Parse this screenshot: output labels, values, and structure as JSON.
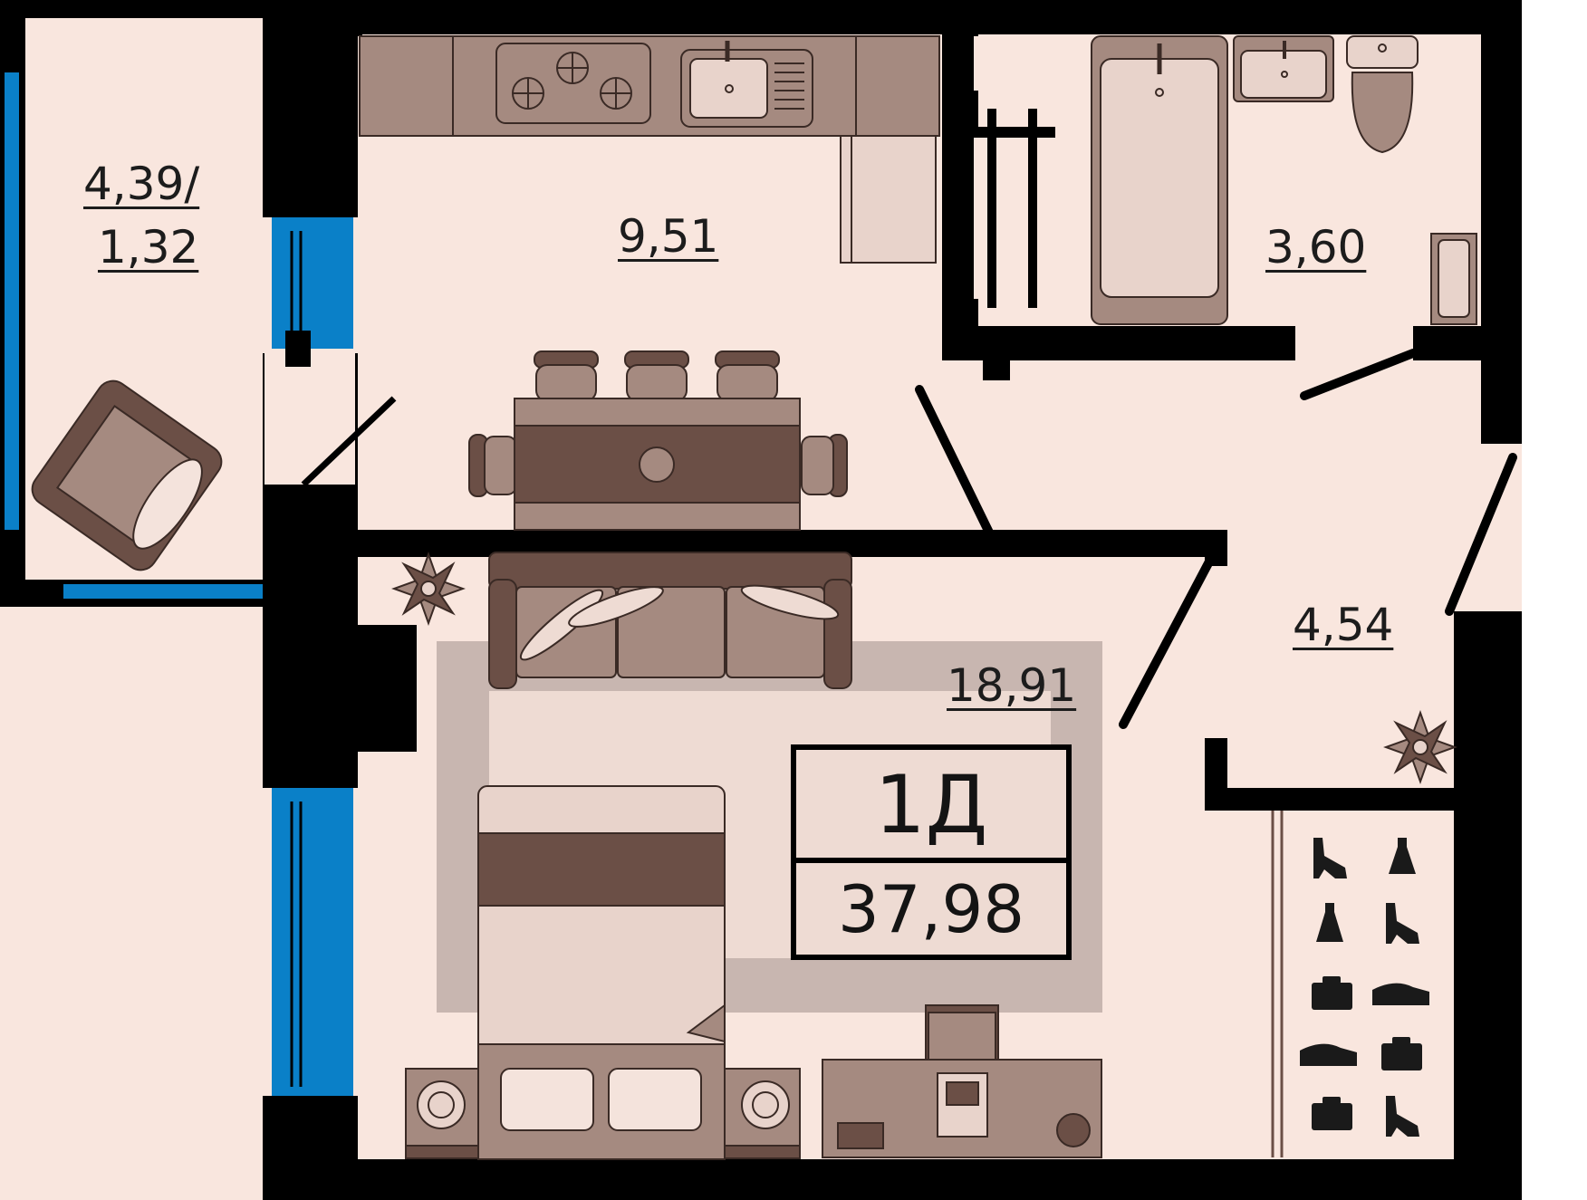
{
  "rooms": {
    "balcony": {
      "area": "4,39/",
      "area_reduced": "1,32"
    },
    "kitchen": {
      "area": "9,51"
    },
    "bathroom": {
      "area": "3,60"
    },
    "hallway": {
      "area": "4,54"
    },
    "living_room": {
      "area": "18,91"
    }
  },
  "apartment": {
    "type_code": "1Д",
    "total_area": "37,98"
  },
  "colors": {
    "floor": "#f9e6de",
    "wall": "#000000",
    "window": "#0a80c8",
    "furniture_dark": "#6b4f46",
    "furniture_mid": "#a58a80",
    "furniture_light": "#e8d3cb",
    "rug": "#c8b6b0"
  },
  "icons": [
    "armchair-icon",
    "stove-icon",
    "sink-icon",
    "bathtub-icon",
    "toilet-icon",
    "dining-table-icon",
    "sofa-icon",
    "bed-icon",
    "desk-icon",
    "plant-icon",
    "wardrobe-items-icon"
  ]
}
